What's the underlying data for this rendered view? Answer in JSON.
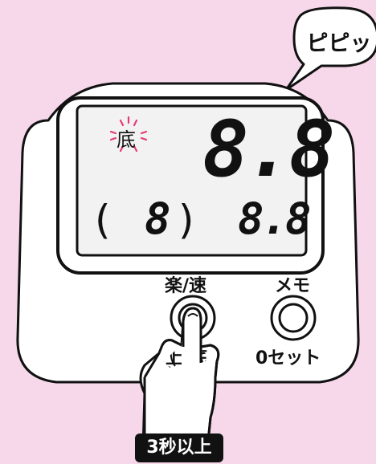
{
  "speech_bubble": {
    "text": "ピピッ"
  },
  "display": {
    "mode_indicator": "底",
    "main_reading": "8.8",
    "sub_paren_open": "(",
    "sub_value": "8",
    "sub_paren_close": ")",
    "sub_reading": "8.8"
  },
  "buttons": {
    "left": {
      "top_label": "楽/速",
      "bottom_label": "上/底"
    },
    "right": {
      "top_label": "メモ",
      "bottom_label": "0セット"
    }
  },
  "badge": {
    "text": "3秒以上"
  },
  "colors": {
    "background": "#f6d8ea",
    "device": "#ffffff",
    "lcd": "#f2f2f2",
    "outline": "#111111",
    "indicator_flash": "#e8387a"
  },
  "icons": {
    "finger": "hand-pointing-finger-icon",
    "flash": "blinking-rays-icon"
  }
}
